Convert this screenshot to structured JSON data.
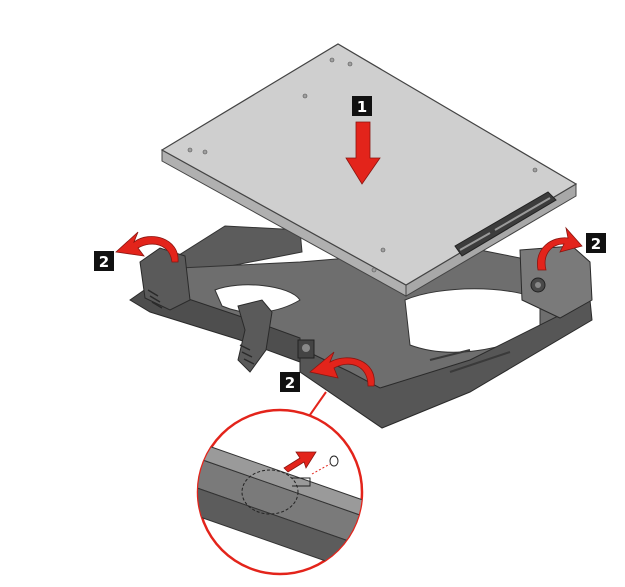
{
  "steps": {
    "step1": "1",
    "step2_left": "2",
    "step2_center": "2",
    "step2_right": "2"
  },
  "colors": {
    "accent_red": "#e3241b",
    "badge_black": "#111111",
    "drive_top": "#cfcfcf",
    "drive_side": "#b4b4b4",
    "bracket_dark": "#4d4d4d",
    "bracket_mid": "#6b6b6b",
    "bracket_light": "#8a8a8a"
  },
  "icons": {
    "press_down": "arrow-down-icon",
    "flex_outward": "curved-arrow-icon",
    "pin_insert": "arrow-right-icon"
  }
}
